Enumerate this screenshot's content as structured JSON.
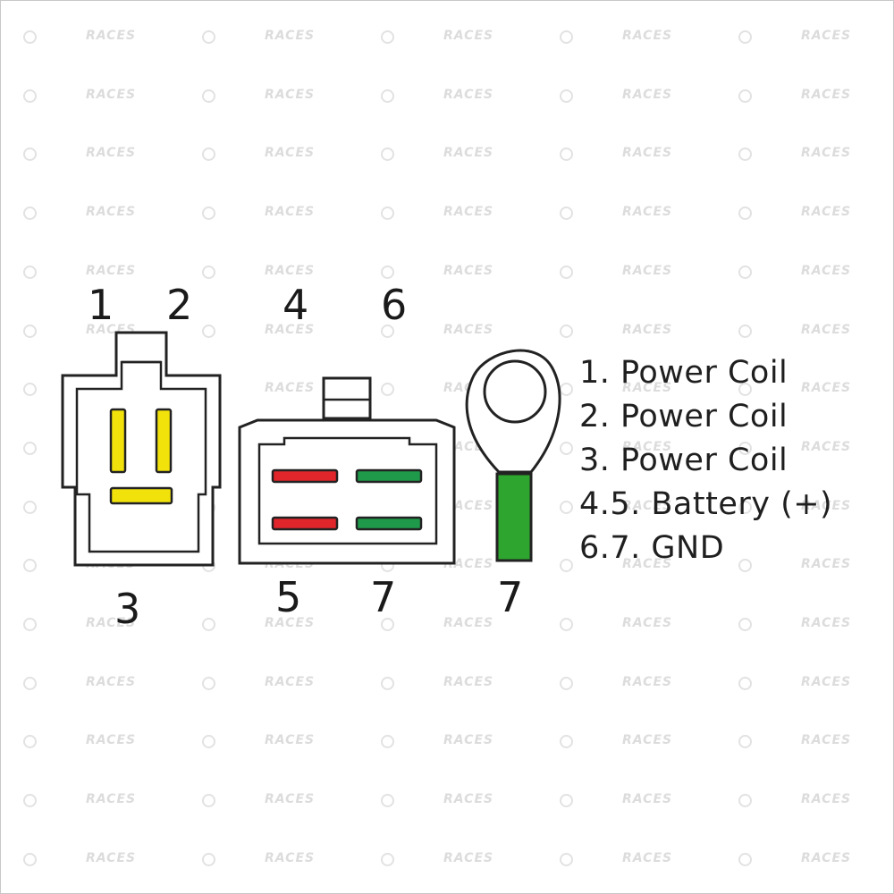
{
  "watermark": {
    "text": "RACES",
    "colors": {
      "text": "#dcdcdc",
      "icon": "#e2e2e2"
    }
  },
  "connector_left": {
    "pins_top": [
      "1",
      "2"
    ],
    "pins_bottom": [
      "3"
    ],
    "terminal_color": "#f2e20c"
  },
  "connector_middle": {
    "pins_top": [
      "4",
      "6"
    ],
    "pins_bottom": [
      "5",
      "7"
    ],
    "terminal_colors": {
      "battery": "#e0262b",
      "ground": "#1e9a4a"
    }
  },
  "ring_terminal": {
    "pin": "7",
    "sleeve_color": "#2ea52e"
  },
  "legend": [
    "1. Power Coil",
    "2. Power Coil",
    "3. Power Coil",
    "4.5. Battery (+)",
    "6.7. GND"
  ],
  "colors": {
    "outline": "#222222",
    "text": "#1a1a1a",
    "background": "#ffffff"
  }
}
